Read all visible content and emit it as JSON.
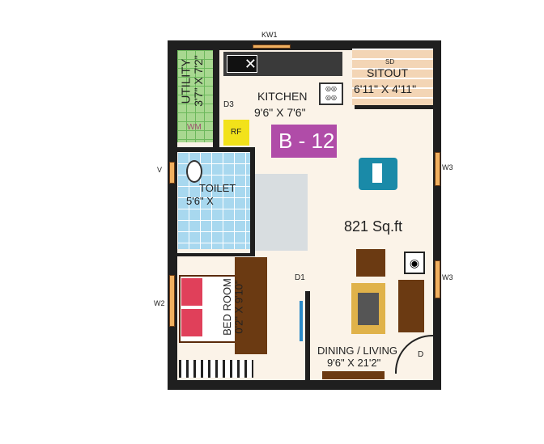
{
  "plan": {
    "unit": "B - 12",
    "area": "821 Sq.ft",
    "colors": {
      "wall": "#1f1f1f",
      "floor": "#fbf3e8",
      "utility": "#a8d890",
      "toilet": "#a8d8ef",
      "sitout": "#f3d5b5",
      "unit_badge": "#b04ca8",
      "fridge": "#f2e21a"
    },
    "rooms": {
      "utility": {
        "name": "UTILITY",
        "size": "3'7\" X 7'2\""
      },
      "kitchen": {
        "name": "KITCHEN",
        "size": "9'6\" X 7'6\""
      },
      "sitout": {
        "name": "SITOUT",
        "size": "6'11\" X 4'11\""
      },
      "toilet": {
        "name": "TOILET",
        "size": "5'6\" X"
      },
      "bedroom": {
        "name": "BED ROOM",
        "size": "0'2\" X 9'10\""
      },
      "living": {
        "name": "DINING / LIVING",
        "size": "9'6\" X 21'2\""
      }
    },
    "labels": {
      "kw1": "KW1",
      "sd": "SD",
      "d3": "D3",
      "rf": "RF",
      "wm": "WM",
      "v": "V",
      "w3a": "W3",
      "w3b": "W3",
      "w2": "W2",
      "d1": "D1",
      "d": "D"
    }
  }
}
